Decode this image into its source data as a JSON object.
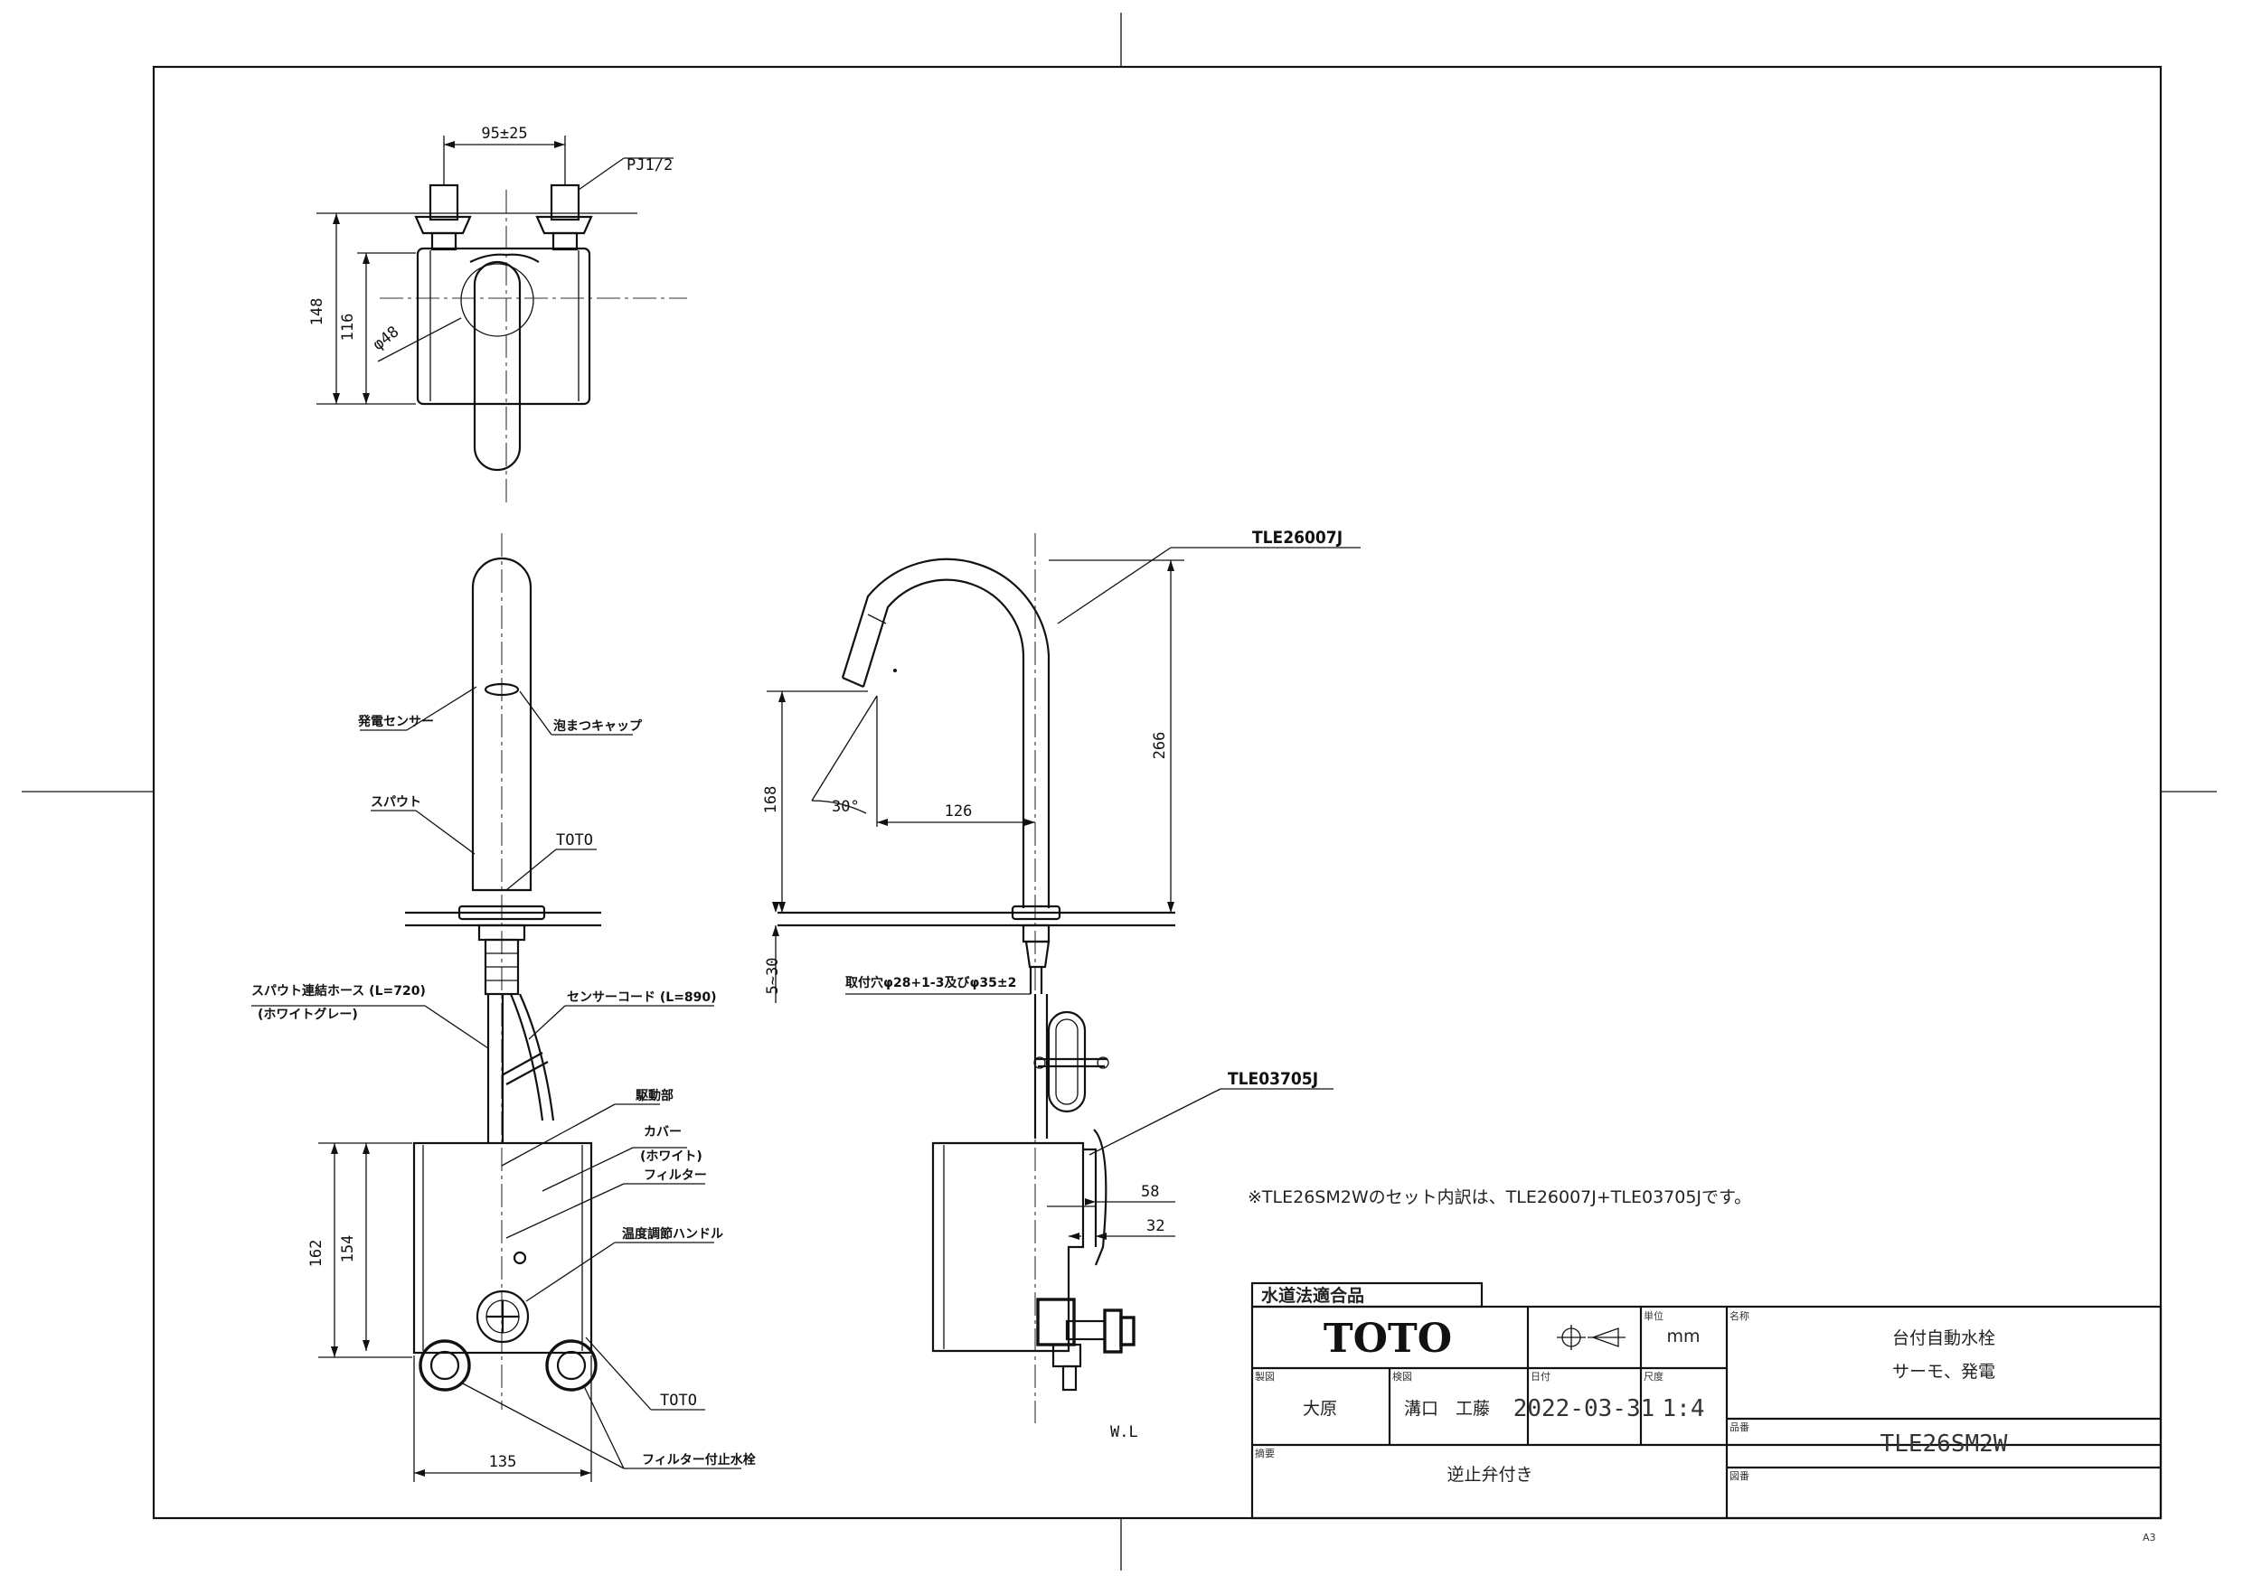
{
  "dimensions": {
    "top_width": "95±25",
    "pipe_thread": "PJ1/2",
    "top_height_total": "148",
    "top_height_body": "116",
    "top_spout_dia": "φ48",
    "spout_height": "266",
    "spout_reach": "126",
    "outlet_height": "168",
    "sensor_angle": "30°",
    "deck_thickness": "5~30",
    "mount_hole": "取付穴φ28+1-3及びφ35±2",
    "body_height_total": "162",
    "body_height": "154",
    "body_width": "135",
    "side_depth_a": "58",
    "side_depth_b": "32",
    "wl_label": "W.L"
  },
  "parts": {
    "spout_model": "TLE26007J",
    "body_model": "TLE03705J",
    "sensor": "発電センサー",
    "aerator": "泡まつキャップ",
    "spout": "スパウト",
    "toto_mark_front": "TOTO",
    "hose": "スパウト連結ホース (L=720)",
    "hose_color": "(ホワイトグレー)",
    "sensor_cord": "センサーコード (L=890)",
    "drive_unit": "駆動部",
    "cover": "カバー",
    "cover_color": "(ホワイト)",
    "filter": "フィルター",
    "temp_handle": "温度調節ハンドル",
    "toto_mark_body": "TOTO",
    "filter_valve": "フィルター付止水栓"
  },
  "note": "※TLE26SM2Wのセット内訳は、TLE26007J+TLE03705Jです。",
  "title_block": {
    "cert": "水道法適合品",
    "logo": "TOTO",
    "unit_label": "単位",
    "unit": "mm",
    "name_label": "名称",
    "name_line1": "台付自動水栓",
    "name_line2": "サーモ、発電",
    "drawn_label": "製図",
    "drawn_by": "大原",
    "checked_label": "検図",
    "checked_by1": "溝口",
    "checked_by2": "工藤",
    "date_label": "日付",
    "date": "2022-03-31",
    "scale_label": "尺度",
    "scale": "1:4",
    "part_no_label": "品番",
    "part_no": "TLE26SM2W",
    "remarks_label": "摘要",
    "remarks": "逆止弁付き",
    "drawing_no_label": "図番"
  },
  "sheet_size": "A3"
}
